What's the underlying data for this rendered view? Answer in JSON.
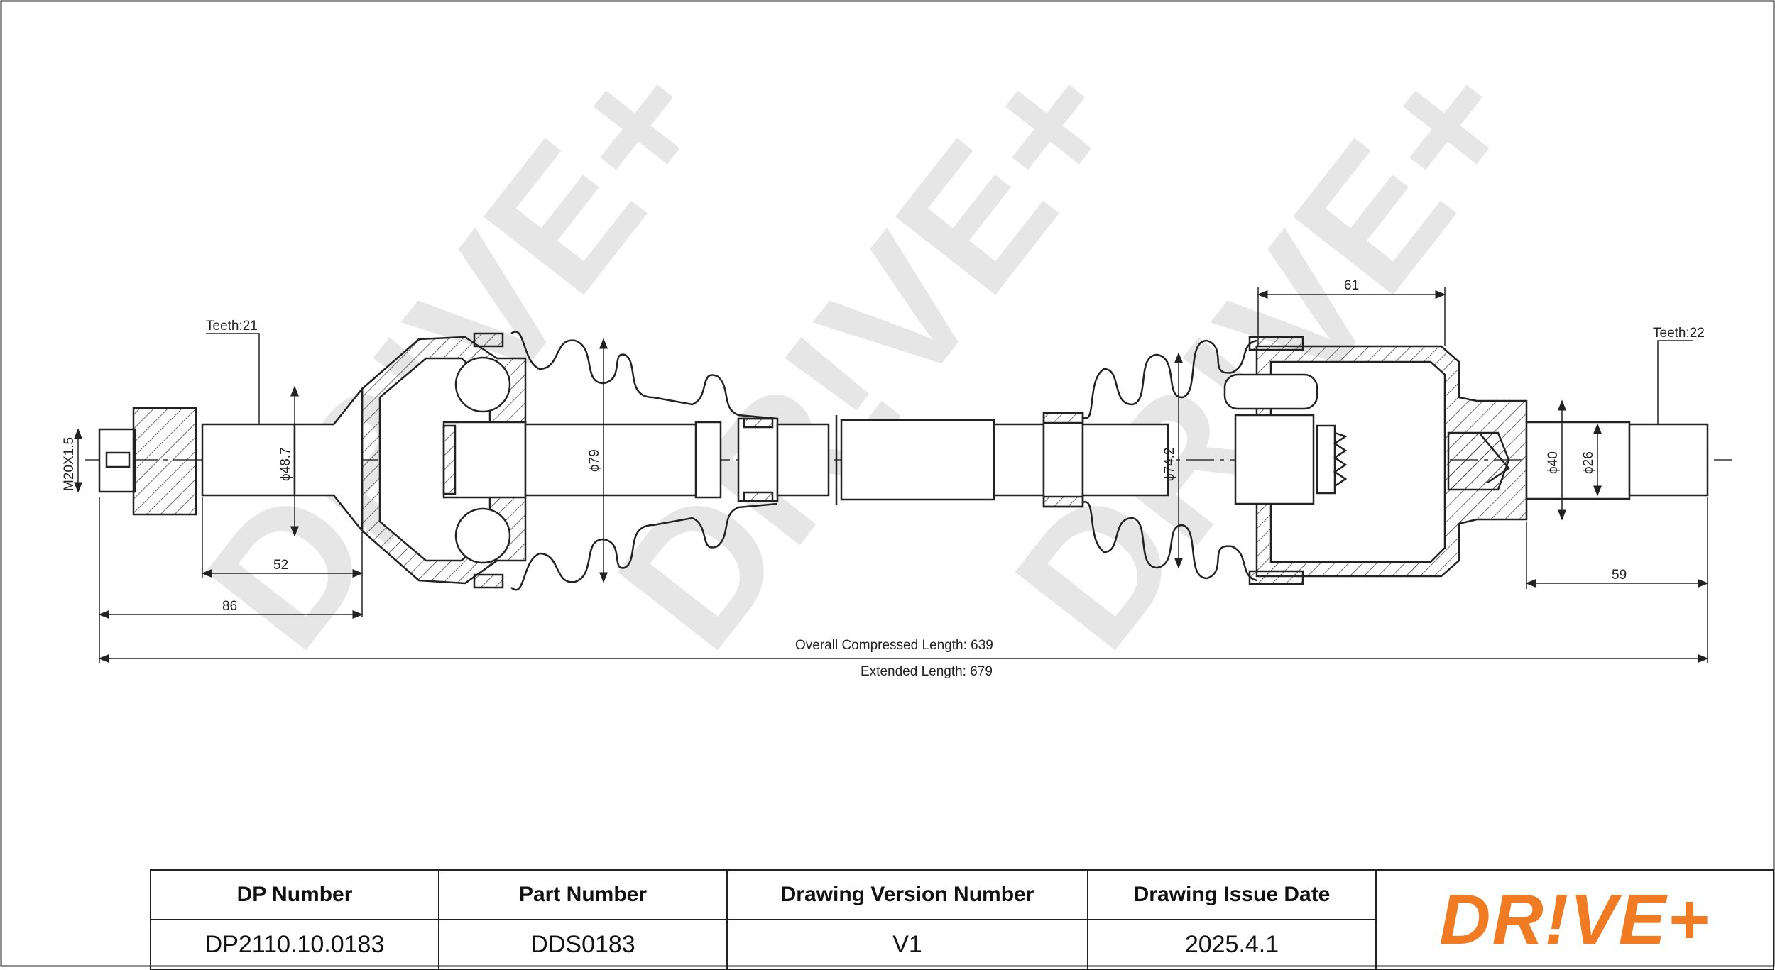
{
  "watermark": "DR!VE+",
  "drawing": {
    "teeth_left": "Teeth:21",
    "teeth_right": "Teeth:22",
    "thread": "M20X1.5",
    "d_48_7": "ϕ48.7",
    "d_79": "ϕ79",
    "d_74_2": "ϕ74.2",
    "d_40": "ϕ40",
    "d_26": "ϕ26",
    "len_52": "52",
    "len_86": "86",
    "len_61": "61",
    "len_59": "59",
    "overall": "Overall  Compressed  Length: 639",
    "extended": "Extended  Length: 679"
  },
  "table": {
    "headers": [
      "DP Number",
      "Part Number",
      "Drawing Version Number",
      "Drawing Issue Date"
    ],
    "values": [
      "DP2110.10.0183",
      "DDS0183",
      "V1",
      "2025.4.1"
    ]
  },
  "logo": {
    "text": "DR!VE+",
    "color": "#f07b22"
  }
}
